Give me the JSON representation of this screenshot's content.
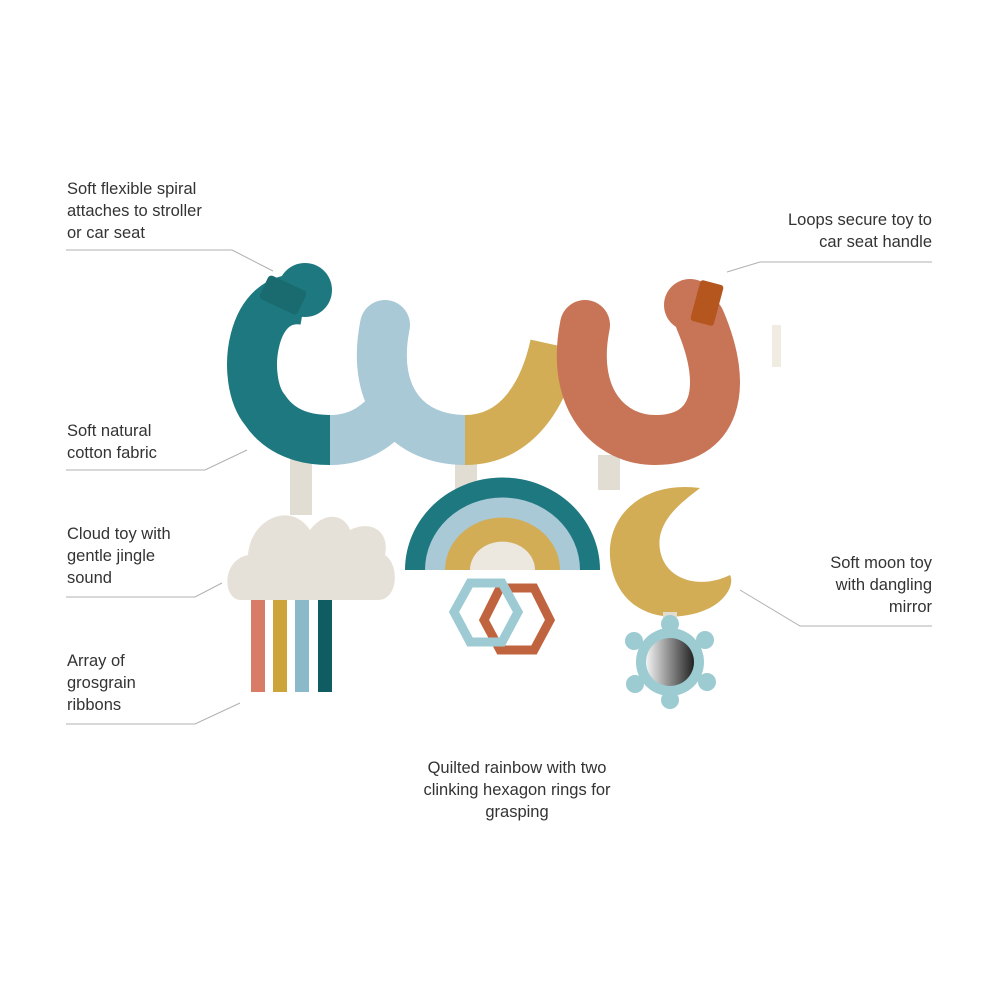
{
  "callouts": {
    "spiral": [
      "Soft flexible spiral",
      "attaches to stroller",
      "or car seat"
    ],
    "loops": [
      "Loops secure toy to",
      "car seat handle"
    ],
    "fabric": [
      "Soft natural",
      "cotton fabric"
    ],
    "cloud": [
      "Cloud toy with",
      "gentle jingle",
      "sound"
    ],
    "ribbons": [
      "Array of",
      "grosgrain",
      "ribbons"
    ],
    "moon": [
      "Soft moon toy",
      "with dangling",
      "mirror"
    ],
    "rainbow": [
      "Quilted rainbow with two",
      "clinking hexagon rings for",
      "grasping"
    ]
  },
  "colors": {
    "teal": "#1e7880",
    "light_blue": "#a9c9d6",
    "mustard": "#d2ad56",
    "terracotta": "#c87456",
    "rust": "#b5561f",
    "cream": "#e6e1d8",
    "line": "#aaaaaa",
    "text": "#333333"
  }
}
